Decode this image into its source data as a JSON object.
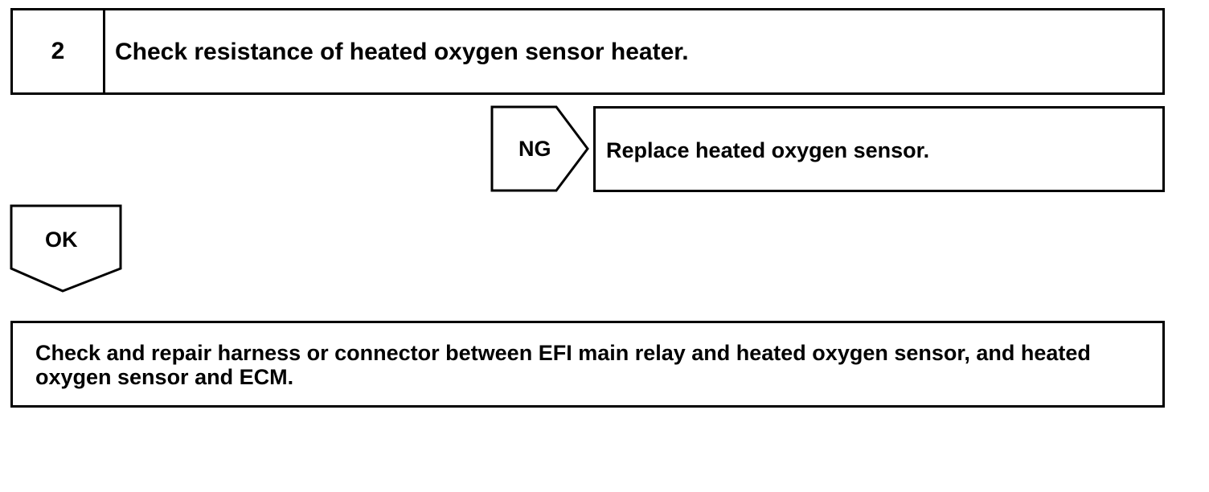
{
  "step": {
    "number": "2",
    "title": "Check resistance of heated oxygen sensor heater."
  },
  "branch_ng": {
    "label": "NG",
    "action": "Replace heated oxygen sensor."
  },
  "branch_ok": {
    "label": "OK",
    "action": "Check and repair harness or connector between EFI main relay and heated oxygen sensor, and heated oxygen sensor and ECM."
  }
}
